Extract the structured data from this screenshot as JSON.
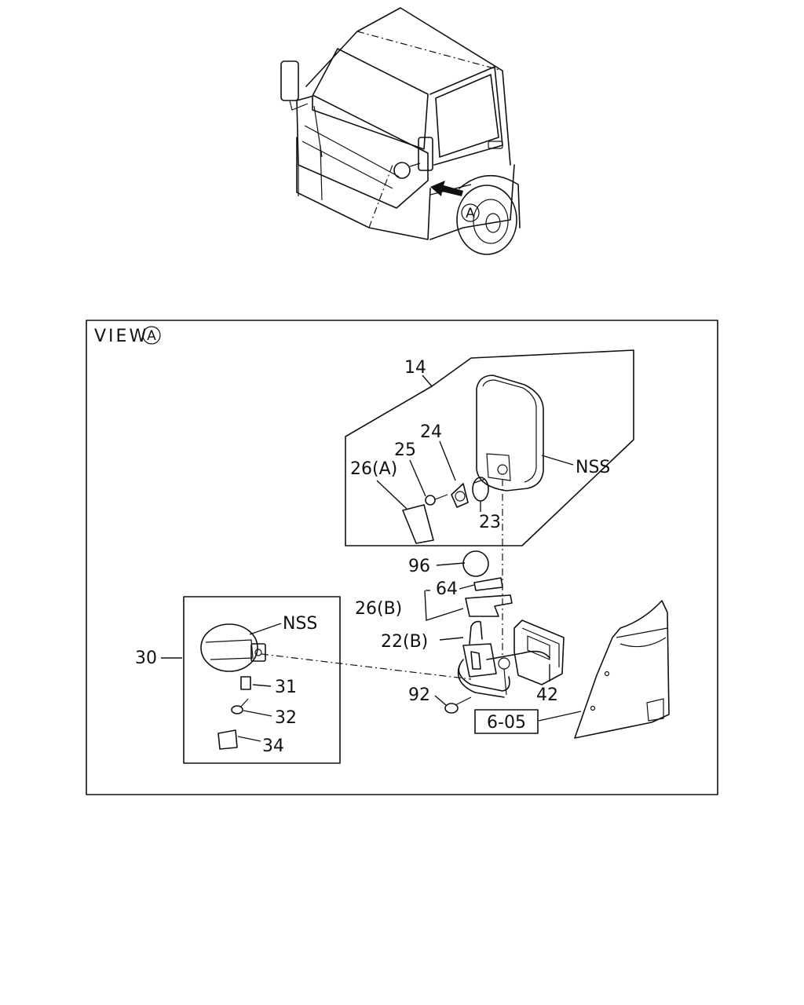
{
  "view_title": "VIEW",
  "view_marker": "A",
  "truck_marker": "A",
  "callouts": {
    "mirror_assembly": "14",
    "mirror_side_top": "NSS",
    "item_24": "24",
    "item_25": "25",
    "item_26a": "26(A)",
    "item_23": "23",
    "item_96": "96",
    "item_64": "64",
    "item_26b": "26(B)",
    "item_22b": "22(B)",
    "item_92": "92",
    "item_42": "42",
    "ref_box": "6-05",
    "item_30": "30",
    "mirror_side_inset": "NSS",
    "item_31": "31",
    "item_32": "32",
    "item_34": "34"
  }
}
